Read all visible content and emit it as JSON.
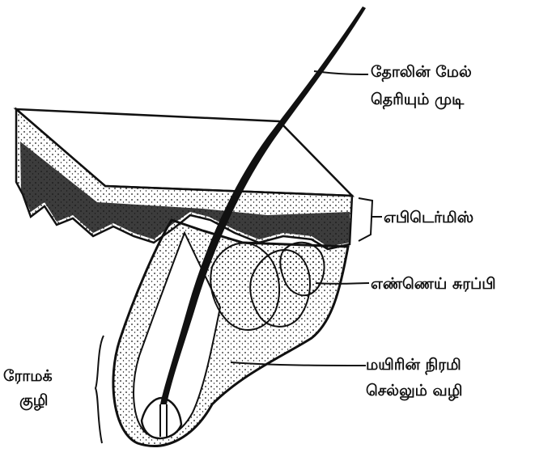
{
  "labels": {
    "surface": {
      "line1": "தோலின் மேல்",
      "line2": "தெரியும் முடி"
    },
    "epidermis": {
      "text": "எபிடெர்மிஸ்"
    },
    "oil_gland": {
      "text": "எண்ணெய் சுரப்பி"
    },
    "hair_root": {
      "line1": "ரோமக்",
      "line2": "குழி"
    },
    "nerve_path": {
      "line1": "மயிரின் நிரமி",
      "line2": "செல்லும் வழி"
    }
  },
  "colors": {
    "ink": "#111111",
    "paper": "#ffffff"
  }
}
